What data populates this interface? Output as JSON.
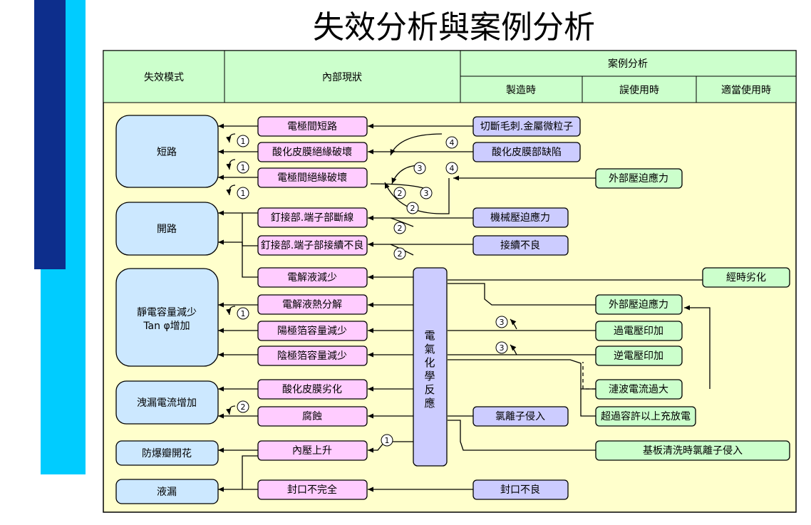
{
  "title": "失效分析與案例分析",
  "header": {
    "failure_mode": "失效模式",
    "internal_state": "內部現狀",
    "case_analysis": "案例分析",
    "manufacturing": "製造時",
    "misuse": "誤使用時",
    "proper_use": "適當使用時"
  },
  "modes": {
    "short": "短路",
    "open": "開路",
    "cap_line1": "靜電容量減少",
    "cap_line2": "Tan φ增加",
    "leak_current": "洩漏電流增加",
    "vent": "防爆瓣開花",
    "liquid_leak": "液漏"
  },
  "internal": {
    "elec_short": "電極間短路",
    "oxide_insulation": "酸化皮膜絕緣破壞",
    "elec_insulation": "電極間絕緣破壞",
    "terminal_break": "釘接部.端子部斷線",
    "terminal_poor": "釘接部.端子部接續不良",
    "electrolyte_decrease": "電解液減少",
    "electrolyte_thermal": "電解液熱分解",
    "anode_cap": "陽極箔容量減少",
    "cathode_cap": "陰極箔容量減少",
    "oxide_deteriorate": "酸化皮膜劣化",
    "corrosion": "腐蝕",
    "pressure_rise": "內壓上升",
    "seal_incomplete": "封口不完全"
  },
  "center_block": [
    "電",
    "氣",
    "化",
    "學",
    "反",
    "應"
  ],
  "causes": {
    "burr": "切斷毛刺.金屬微粒子",
    "oxide_defect": "酸化皮膜部缺陷",
    "mech_stress": "機械壓迫應力",
    "poor_connection": "接續不良",
    "chlorine": "氯離子侵入",
    "seal_poor": "封口不良",
    "ext_stress_1": "外部壓迫應力",
    "aging": "經時劣化",
    "ext_stress_2": "外部壓迫應力",
    "overvoltage": "過電壓印加",
    "reverse_voltage": "逆電壓印加",
    "ripple": "漣波電流過大",
    "over_charge": "超過容許以上充放電",
    "board_cleaning": "基板清洗時氯離子侵入"
  },
  "colors": {
    "panel": "#ffffcc",
    "header": "#ccffcc",
    "mode_box": "#cce8ff",
    "internal_box": "#ffccff",
    "cause_box": "#ccccff",
    "use_box": "#ccffcc"
  }
}
